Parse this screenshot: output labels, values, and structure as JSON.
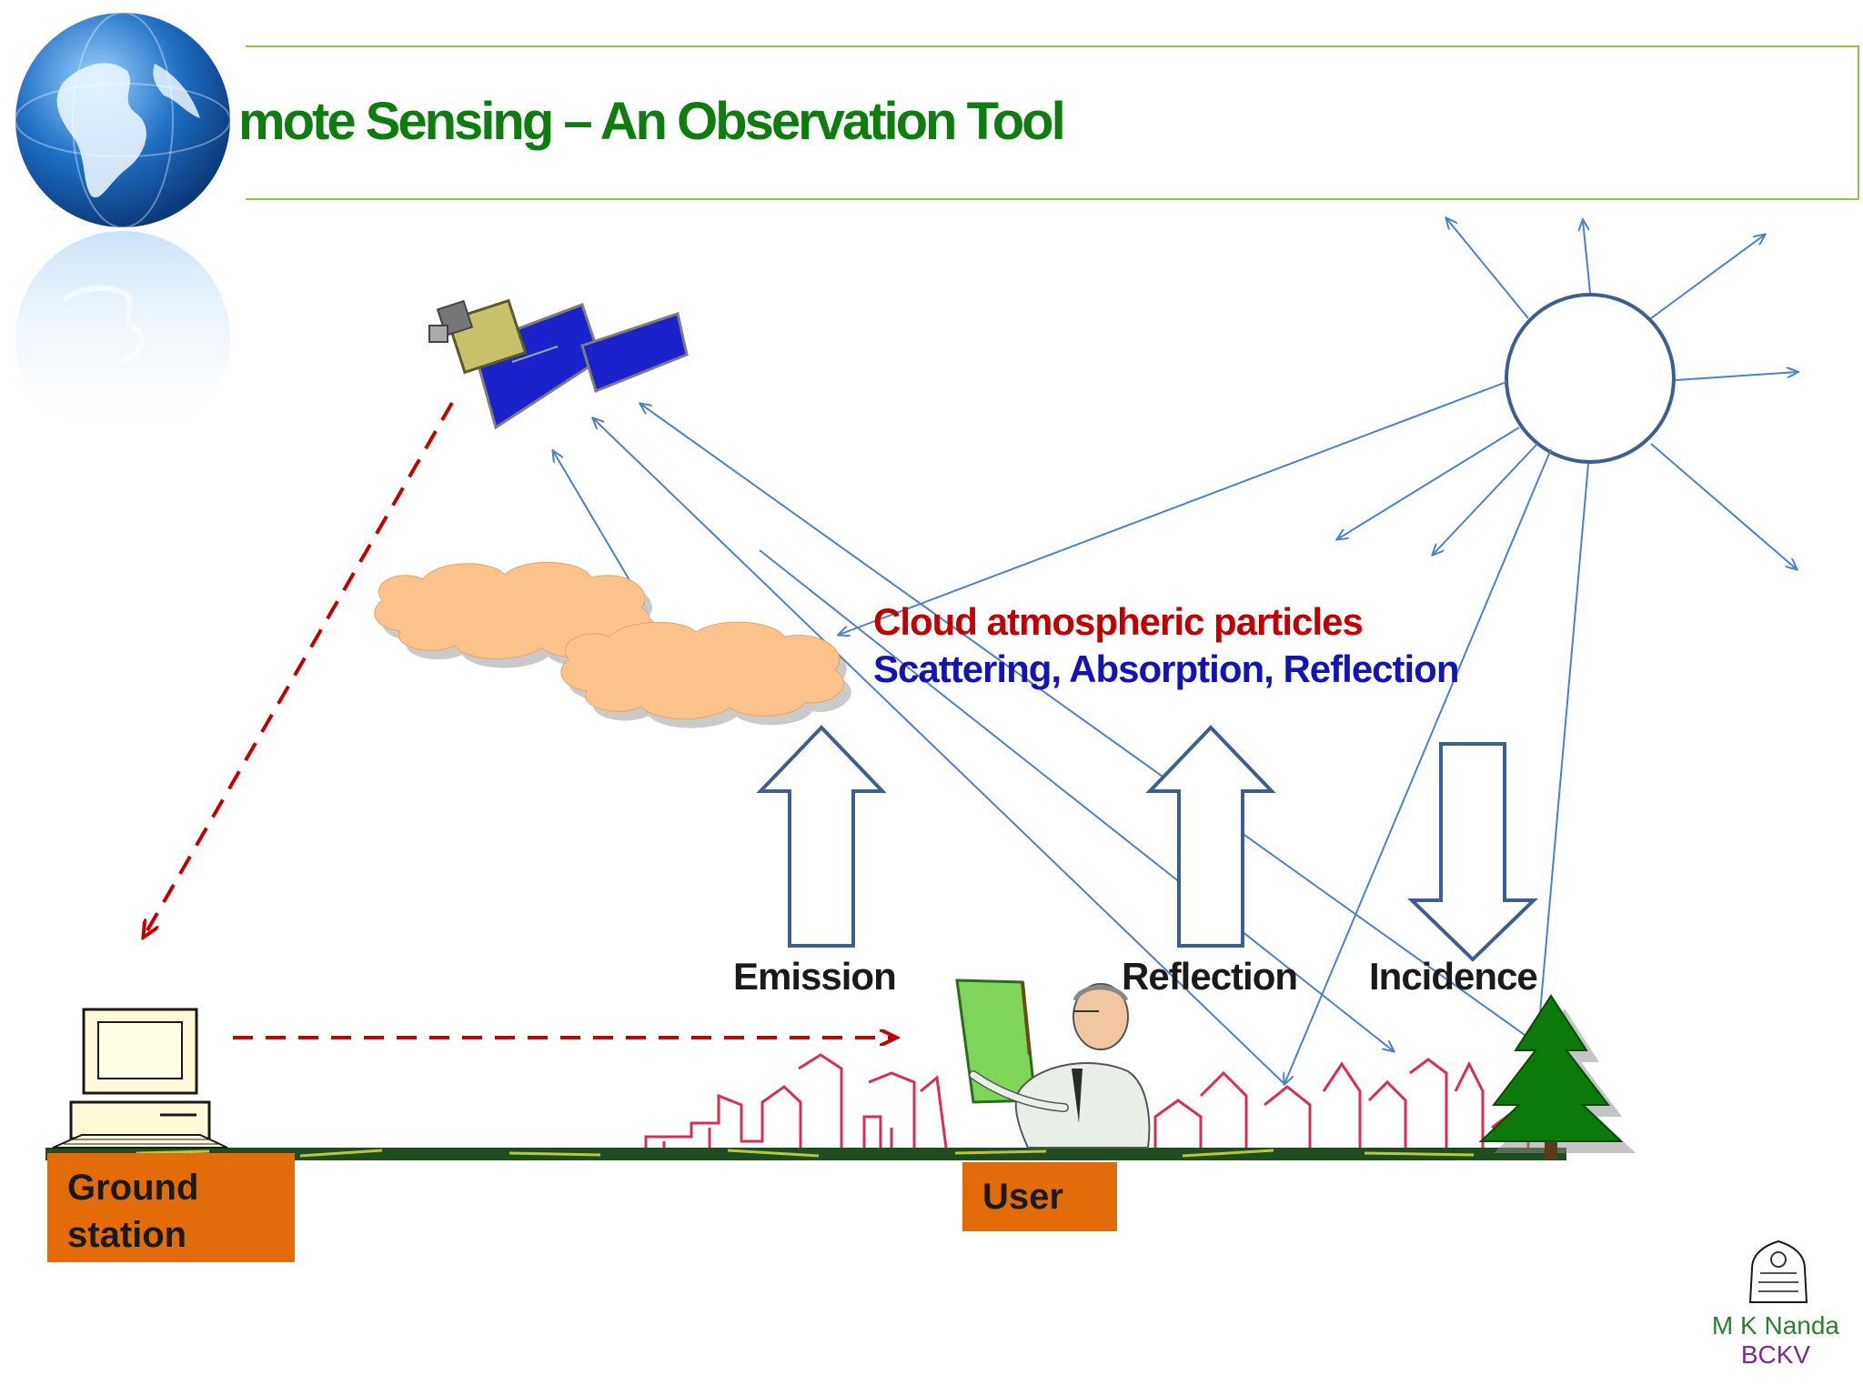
{
  "title": "mote Sensing – An Observation Tool",
  "annotations": {
    "cloud_label": "Cloud atmospheric particles",
    "processes_label": "Scattering, Absorption, Reflection"
  },
  "arrow_labels": {
    "emission": "Emission",
    "reflection": "Reflection",
    "incidence": "Incidence"
  },
  "boxes": {
    "ground_station_line1": "Ground",
    "ground_station_line2": "station",
    "user": "User"
  },
  "credit": {
    "name": "M K Nanda",
    "org": "BCKV"
  },
  "colors": {
    "title": "#0e7c0e",
    "title_border": "#92c050",
    "ray": "#4f81bd",
    "downlink": "#c00000",
    "cloud_text": "#c00000",
    "process_text": "#1414b4",
    "box": "#e36c0a",
    "cloud_fill": "#fbc28b",
    "tree": "#0b7a0b"
  }
}
